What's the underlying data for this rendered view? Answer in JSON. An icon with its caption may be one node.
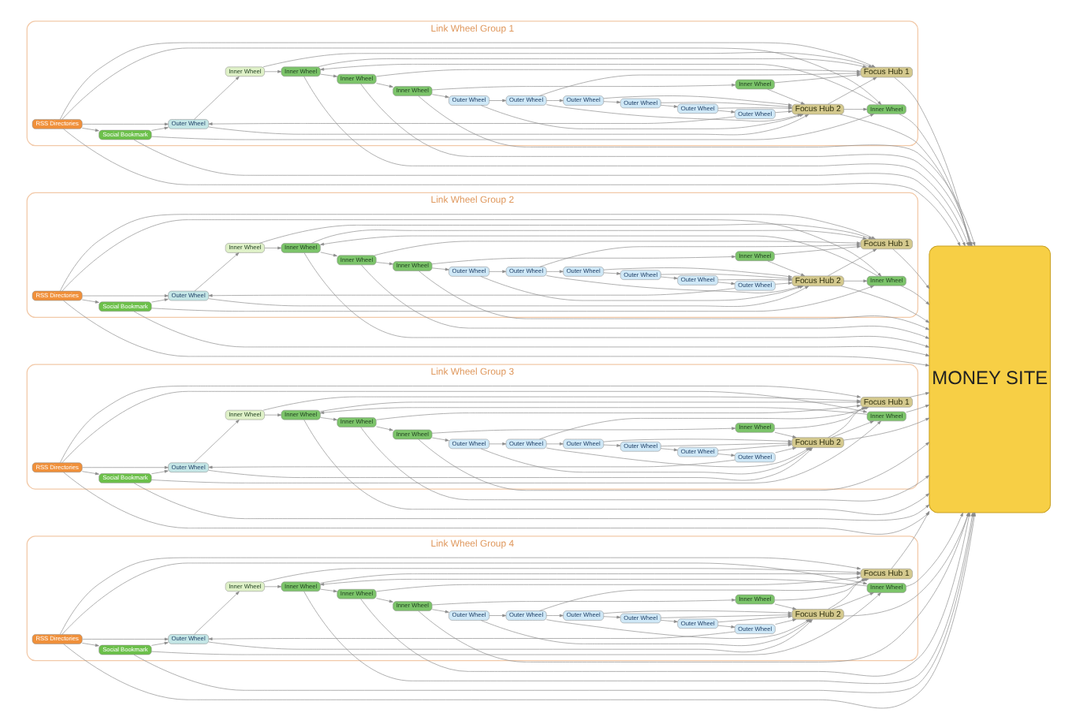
{
  "diagram": {
    "nodes": [
      {
        "text": [
          "Link Wheel Group 1"
        ]
      },
      {
        "text": [
          "RSS Directories"
        ],
        "in": 0
      },
      {
        "text": [
          "Social Bookmark"
        ],
        "in": 0
      },
      {
        "text": [
          "Outer Wheel"
        ],
        "in": 0
      },
      {
        "text": [
          "Outer Wheel"
        ],
        "in": 0
      },
      {
        "text": [
          "Outer Wheel"
        ],
        "in": 0
      },
      {
        "text": [
          "Outer Wheel"
        ],
        "in": 0
      },
      {
        "text": [
          "Outer Wheel"
        ],
        "in": 0
      },
      {
        "text": [
          "Outer Wheel"
        ],
        "in": 0
      },
      {
        "text": [
          "Outer Wheel"
        ],
        "in": 0
      },
      {
        "text": [
          "Inner Wheel"
        ],
        "in": 0
      },
      {
        "text": [
          "Inner Wheel"
        ],
        "in": 0
      },
      {
        "text": [
          "Focus Hub 2"
        ],
        "in": 0
      },
      {
        "text": [
          "Focus Hub 1"
        ],
        "in": 0
      },
      {
        "text": [
          "Inner Wheel"
        ],
        "in": 0
      },
      {
        "text": [
          "Inner Wheel"
        ],
        "in": 0
      },
      {
        "text": [
          "Inner Wheel"
        ],
        "in": 0
      },
      {
        "text": [
          "Inner Wheel"
        ],
        "in": 0
      },
      {
        "text": [
          "Link Wheel Group 2"
        ]
      },
      {
        "text": [
          "RSS Directories"
        ],
        "in": 18
      },
      {
        "text": [
          "Social Bookmark"
        ],
        "in": 18
      },
      {
        "text": [
          "Outer Wheel"
        ],
        "in": 18
      },
      {
        "text": [
          "Outer Wheel"
        ],
        "in": 18
      },
      {
        "text": [
          "Outer Wheel"
        ],
        "in": 18
      },
      {
        "text": [
          "Outer Wheel"
        ],
        "in": 18
      },
      {
        "text": [
          "Outer Wheel"
        ],
        "in": 18
      },
      {
        "text": [
          "Outer Wheel"
        ],
        "in": 18
      },
      {
        "text": [
          "Outer Wheel"
        ],
        "in": 18
      },
      {
        "text": [
          "Inner Wheel"
        ],
        "in": 18
      },
      {
        "text": [
          "Inner Wheel"
        ],
        "in": 18
      },
      {
        "text": [
          "Focus Hub 2"
        ],
        "in": 18
      },
      {
        "text": [
          "Focus Hub 1"
        ],
        "in": 18
      },
      {
        "text": [
          "Inner Wheel"
        ],
        "in": 18
      },
      {
        "text": [
          "Inner Wheel"
        ],
        "in": 18
      },
      {
        "text": [
          "Inner Wheel"
        ],
        "in": 18
      },
      {
        "text": [
          "Inner Wheel"
        ],
        "in": 18
      },
      {
        "text": [
          "MONEY SITE"
        ]
      },
      {
        "text": [
          "Link Wheel Group 3"
        ]
      },
      {
        "text": [
          "RSS Directories"
        ],
        "in": 37
      },
      {
        "text": [
          "Social Bookmark"
        ],
        "in": 37
      },
      {
        "text": [
          "Outer Wheel"
        ],
        "in": 37
      },
      {
        "text": [
          "Outer Wheel"
        ],
        "in": 37
      },
      {
        "text": [
          "Outer Wheel"
        ],
        "in": 37
      },
      {
        "text": [
          "Outer Wheel"
        ],
        "in": 37
      },
      {
        "text": [
          "Outer Wheel"
        ],
        "in": 37
      },
      {
        "text": [
          "Outer Wheel"
        ],
        "in": 37
      },
      {
        "text": [
          "Outer Wheel"
        ],
        "in": 37
      },
      {
        "text": [
          "Inner Wheel"
        ],
        "in": 37
      },
      {
        "text": [
          "Inner Wheel"
        ],
        "in": 37
      },
      {
        "text": [
          "Focus Hub 2"
        ],
        "in": 37
      },
      {
        "text": [
          "Focus Hub 1"
        ],
        "in": 37
      },
      {
        "text": [
          "Inner Wheel"
        ],
        "in": 37
      },
      {
        "text": [
          "Inner Wheel"
        ],
        "in": 37
      },
      {
        "text": [
          "Inner Wheel"
        ],
        "in": 37
      },
      {
        "text": [
          "Inner Wheel"
        ],
        "in": 37
      },
      {
        "text": [
          "Link Wheel Group 4"
        ]
      },
      {
        "text": [
          "RSS Directories"
        ],
        "in": 55
      },
      {
        "text": [
          "Social Bookmark"
        ],
        "in": 55
      },
      {
        "text": [
          "Outer Wheel"
        ],
        "in": 55
      },
      {
        "text": [
          "Outer Wheel"
        ],
        "in": 55
      },
      {
        "text": [
          "Outer Wheel"
        ],
        "in": 55
      },
      {
        "text": [
          "Outer Wheel"
        ],
        "in": 55
      },
      {
        "text": [
          "Outer Wheel"
        ],
        "in": 55
      },
      {
        "text": [
          "Outer Wheel"
        ],
        "in": 55
      },
      {
        "text": [
          "Outer Wheel"
        ],
        "in": 55
      },
      {
        "text": [
          "Inner Wheel"
        ],
        "in": 55
      },
      {
        "text": [
          "Inner Wheel"
        ],
        "in": 55
      },
      {
        "text": [
          "Focus Hub 2"
        ],
        "in": 55
      },
      {
        "text": [
          "Focus Hub 1"
        ],
        "in": 55
      },
      {
        "text": [
          "Inner Wheel"
        ],
        "in": 55
      },
      {
        "text": [
          "Inner Wheel"
        ],
        "in": 55
      },
      {
        "text": [
          "Inner Wheel"
        ],
        "in": 55
      },
      {
        "text": [
          "Inner Wheel"
        ],
        "in": 55
      }
    ],
    "edges": [
      {
        "from": 1,
        "to": 3,
        "arrow": "to"
      },
      {
        "from": 1,
        "to": 2,
        "arrow": "to"
      },
      {
        "from": 1,
        "to": 10,
        "arrow": "to"
      },
      {
        "from": 1,
        "to": 13,
        "arrow": "to"
      },
      {
        "from": 1,
        "to": 36,
        "arrow": "to"
      },
      {
        "from": 2,
        "to": 3,
        "arrow": "to"
      },
      {
        "from": 2,
        "to": 10,
        "arrow": "to"
      },
      {
        "from": 2,
        "to": 36,
        "arrow": "to"
      },
      {
        "from": 3,
        "to": 11,
        "arrow": "to"
      },
      {
        "from": 3,
        "to": 12,
        "arrow": "to"
      },
      {
        "from": 4,
        "to": 3,
        "arrow": "to"
      },
      {
        "from": 4,
        "to": 12,
        "arrow": "to"
      },
      {
        "from": 5,
        "to": 4,
        "arrow": "to"
      },
      {
        "from": 5,
        "to": 12,
        "arrow": "to"
      },
      {
        "from": 6,
        "to": 5,
        "arrow": "to"
      },
      {
        "from": 6,
        "to": 12,
        "arrow": "to"
      },
      {
        "from": 7,
        "to": 6,
        "arrow": "to"
      },
      {
        "from": 7,
        "to": 12,
        "arrow": "to"
      },
      {
        "from": 8,
        "to": 7,
        "arrow": "to"
      },
      {
        "from": 8,
        "to": 12,
        "arrow": "to"
      },
      {
        "from": 8,
        "to": 13,
        "arrow": "to"
      },
      {
        "from": 9,
        "to": 8,
        "arrow": "to"
      },
      {
        "from": 9,
        "to": 12,
        "arrow": "to"
      },
      {
        "from": 10,
        "to": 14,
        "arrow": "to"
      },
      {
        "from": 10,
        "to": 36,
        "arrow": "to"
      },
      {
        "from": 11,
        "to": 13,
        "arrow": "to"
      },
      {
        "from": 11,
        "to": 14,
        "arrow": "to"
      },
      {
        "from": 12,
        "to": 10,
        "arrow": "to"
      },
      {
        "from": 12,
        "to": 13,
        "arrow": "to"
      },
      {
        "from": 12,
        "to": 36,
        "arrow": "to"
      },
      {
        "from": 13,
        "to": 36,
        "arrow": "to"
      },
      {
        "from": 14,
        "to": 13,
        "arrow": "to"
      },
      {
        "from": 14,
        "to": 36,
        "arrow": "to"
      },
      {
        "from": 14,
        "to": 16,
        "arrow": "to"
      },
      {
        "from": 15,
        "to": 12,
        "arrow": "to"
      },
      {
        "from": 15,
        "to": 13,
        "arrow": "to"
      },
      {
        "from": 16,
        "to": 13,
        "arrow": "to"
      },
      {
        "from": 16,
        "to": 17,
        "arrow": "to"
      },
      {
        "from": 16,
        "to": 36,
        "arrow": "to"
      },
      {
        "from": 17,
        "to": 15,
        "arrow": "to"
      },
      {
        "from": 17,
        "to": 9,
        "arrow": "to"
      },
      {
        "from": 17,
        "to": 36,
        "arrow": "to"
      },
      {
        "from": 19,
        "to": 21,
        "arrow": "to"
      },
      {
        "from": 19,
        "to": 20,
        "arrow": "to"
      },
      {
        "from": 19,
        "to": 28,
        "arrow": "to"
      },
      {
        "from": 19,
        "to": 31,
        "arrow": "to"
      },
      {
        "from": 19,
        "to": 36,
        "arrow": "to"
      },
      {
        "from": 20,
        "to": 21,
        "arrow": "to"
      },
      {
        "from": 20,
        "to": 28,
        "arrow": "to"
      },
      {
        "from": 20,
        "to": 36,
        "arrow": "to"
      },
      {
        "from": 21,
        "to": 29,
        "arrow": "to"
      },
      {
        "from": 21,
        "to": 30,
        "arrow": "to"
      },
      {
        "from": 22,
        "to": 21,
        "arrow": "to"
      },
      {
        "from": 22,
        "to": 30,
        "arrow": "to"
      },
      {
        "from": 23,
        "to": 22,
        "arrow": "to"
      },
      {
        "from": 23,
        "to": 30,
        "arrow": "to"
      },
      {
        "from": 24,
        "to": 23,
        "arrow": "to"
      },
      {
        "from": 24,
        "to": 30,
        "arrow": "to"
      },
      {
        "from": 25,
        "to": 24,
        "arrow": "to"
      },
      {
        "from": 25,
        "to": 30,
        "arrow": "to"
      },
      {
        "from": 26,
        "to": 25,
        "arrow": "to"
      },
      {
        "from": 26,
        "to": 30,
        "arrow": "to"
      },
      {
        "from": 26,
        "to": 31,
        "arrow": "to"
      },
      {
        "from": 27,
        "to": 26,
        "arrow": "to"
      },
      {
        "from": 27,
        "to": 30,
        "arrow": "to"
      },
      {
        "from": 28,
        "to": 32,
        "arrow": "to"
      },
      {
        "from": 28,
        "to": 36,
        "arrow": "to"
      },
      {
        "from": 29,
        "to": 31,
        "arrow": "to"
      },
      {
        "from": 29,
        "to": 32,
        "arrow": "to"
      },
      {
        "from": 30,
        "to": 28,
        "arrow": "to"
      },
      {
        "from": 30,
        "to": 31,
        "arrow": "to"
      },
      {
        "from": 30,
        "to": 36,
        "arrow": "to"
      },
      {
        "from": 31,
        "to": 36,
        "arrow": "to"
      },
      {
        "from": 32,
        "to": 31,
        "arrow": "to"
      },
      {
        "from": 32,
        "to": 36,
        "arrow": "to"
      },
      {
        "from": 32,
        "to": 34,
        "arrow": "to"
      },
      {
        "from": 33,
        "to": 30,
        "arrow": "to"
      },
      {
        "from": 33,
        "to": 31,
        "arrow": "to"
      },
      {
        "from": 34,
        "to": 31,
        "arrow": "to"
      },
      {
        "from": 34,
        "to": 35,
        "arrow": "to"
      },
      {
        "from": 34,
        "to": 36,
        "arrow": "to"
      },
      {
        "from": 35,
        "to": 33,
        "arrow": "to"
      },
      {
        "from": 35,
        "to": 27,
        "arrow": "to"
      },
      {
        "from": 35,
        "to": 36,
        "arrow": "to"
      },
      {
        "from": 38,
        "to": 40,
        "arrow": "to"
      },
      {
        "from": 38,
        "to": 39,
        "arrow": "to"
      },
      {
        "from": 38,
        "to": 47,
        "arrow": "to"
      },
      {
        "from": 38,
        "to": 50,
        "arrow": "to"
      },
      {
        "from": 38,
        "to": 36,
        "arrow": "to"
      },
      {
        "from": 39,
        "to": 40,
        "arrow": "to"
      },
      {
        "from": 39,
        "to": 47,
        "arrow": "to"
      },
      {
        "from": 39,
        "to": 36,
        "arrow": "to"
      },
      {
        "from": 40,
        "to": 48,
        "arrow": "to"
      },
      {
        "from": 40,
        "to": 49,
        "arrow": "to"
      },
      {
        "from": 41,
        "to": 40,
        "arrow": "to"
      },
      {
        "from": 41,
        "to": 49,
        "arrow": "to"
      },
      {
        "from": 42,
        "to": 41,
        "arrow": "to"
      },
      {
        "from": 42,
        "to": 49,
        "arrow": "to"
      },
      {
        "from": 43,
        "to": 42,
        "arrow": "to"
      },
      {
        "from": 43,
        "to": 49,
        "arrow": "to"
      },
      {
        "from": 44,
        "to": 43,
        "arrow": "to"
      },
      {
        "from": 44,
        "to": 49,
        "arrow": "to"
      },
      {
        "from": 45,
        "to": 44,
        "arrow": "to"
      },
      {
        "from": 45,
        "to": 49,
        "arrow": "to"
      },
      {
        "from": 45,
        "to": 50,
        "arrow": "to"
      },
      {
        "from": 46,
        "to": 45,
        "arrow": "to"
      },
      {
        "from": 46,
        "to": 49,
        "arrow": "to"
      },
      {
        "from": 47,
        "to": 51,
        "arrow": "to"
      },
      {
        "from": 47,
        "to": 36,
        "arrow": "to"
      },
      {
        "from": 48,
        "to": 50,
        "arrow": "to"
      },
      {
        "from": 48,
        "to": 51,
        "arrow": "to"
      },
      {
        "from": 49,
        "to": 47,
        "arrow": "to"
      },
      {
        "from": 49,
        "to": 50,
        "arrow": "to"
      },
      {
        "from": 49,
        "to": 36,
        "arrow": "to"
      },
      {
        "from": 50,
        "to": 36,
        "arrow": "to"
      },
      {
        "from": 51,
        "to": 50,
        "arrow": "to"
      },
      {
        "from": 51,
        "to": 36,
        "arrow": "to"
      },
      {
        "from": 51,
        "to": 53,
        "arrow": "to"
      },
      {
        "from": 52,
        "to": 49,
        "arrow": "to"
      },
      {
        "from": 52,
        "to": 50,
        "arrow": "to"
      },
      {
        "from": 53,
        "to": 50,
        "arrow": "to"
      },
      {
        "from": 53,
        "to": 54,
        "arrow": "to"
      },
      {
        "from": 53,
        "to": 36,
        "arrow": "to"
      },
      {
        "from": 54,
        "to": 52,
        "arrow": "to"
      },
      {
        "from": 54,
        "to": 46,
        "arrow": "to"
      },
      {
        "from": 54,
        "to": 36,
        "arrow": "to"
      },
      {
        "from": 56,
        "to": 58,
        "arrow": "to"
      },
      {
        "from": 56,
        "to": 57,
        "arrow": "to"
      },
      {
        "from": 56,
        "to": 65,
        "arrow": "to"
      },
      {
        "from": 56,
        "to": 68,
        "arrow": "to"
      },
      {
        "from": 56,
        "to": 36,
        "arrow": "to"
      },
      {
        "from": 57,
        "to": 58,
        "arrow": "to"
      },
      {
        "from": 57,
        "to": 65,
        "arrow": "to"
      },
      {
        "from": 57,
        "to": 36,
        "arrow": "to"
      },
      {
        "from": 58,
        "to": 66,
        "arrow": "to"
      },
      {
        "from": 58,
        "to": 67,
        "arrow": "to"
      },
      {
        "from": 59,
        "to": 58,
        "arrow": "to"
      },
      {
        "from": 59,
        "to": 67,
        "arrow": "to"
      },
      {
        "from": 60,
        "to": 59,
        "arrow": "to"
      },
      {
        "from": 60,
        "to": 67,
        "arrow": "to"
      },
      {
        "from": 61,
        "to": 60,
        "arrow": "to"
      },
      {
        "from": 61,
        "to": 67,
        "arrow": "to"
      },
      {
        "from": 62,
        "to": 61,
        "arrow": "to"
      },
      {
        "from": 62,
        "to": 67,
        "arrow": "to"
      },
      {
        "from": 63,
        "to": 62,
        "arrow": "to"
      },
      {
        "from": 63,
        "to": 67,
        "arrow": "to"
      },
      {
        "from": 63,
        "to": 68,
        "arrow": "to"
      },
      {
        "from": 64,
        "to": 63,
        "arrow": "to"
      },
      {
        "from": 64,
        "to": 67,
        "arrow": "to"
      },
      {
        "from": 65,
        "to": 69,
        "arrow": "to"
      },
      {
        "from": 65,
        "to": 36,
        "arrow": "to"
      },
      {
        "from": 66,
        "to": 68,
        "arrow": "to"
      },
      {
        "from": 66,
        "to": 69,
        "arrow": "to"
      },
      {
        "from": 67,
        "to": 65,
        "arrow": "to"
      },
      {
        "from": 67,
        "to": 68,
        "arrow": "to"
      },
      {
        "from": 67,
        "to": 36,
        "arrow": "to"
      },
      {
        "from": 68,
        "to": 36,
        "arrow": "to"
      },
      {
        "from": 69,
        "to": 68,
        "arrow": "to"
      },
      {
        "from": 69,
        "to": 36,
        "arrow": "to"
      },
      {
        "from": 69,
        "to": 71,
        "arrow": "to"
      },
      {
        "from": 70,
        "to": 67,
        "arrow": "to"
      },
      {
        "from": 70,
        "to": 68,
        "arrow": "to"
      },
      {
        "from": 71,
        "to": 68,
        "arrow": "to"
      },
      {
        "from": 71,
        "to": 72,
        "arrow": "to"
      },
      {
        "from": 71,
        "to": 36,
        "arrow": "to"
      },
      {
        "from": 72,
        "to": 70,
        "arrow": "to"
      },
      {
        "from": 72,
        "to": 64,
        "arrow": "to"
      },
      {
        "from": 72,
        "to": 36,
        "arrow": "to"
      }
    ]
  }
}
